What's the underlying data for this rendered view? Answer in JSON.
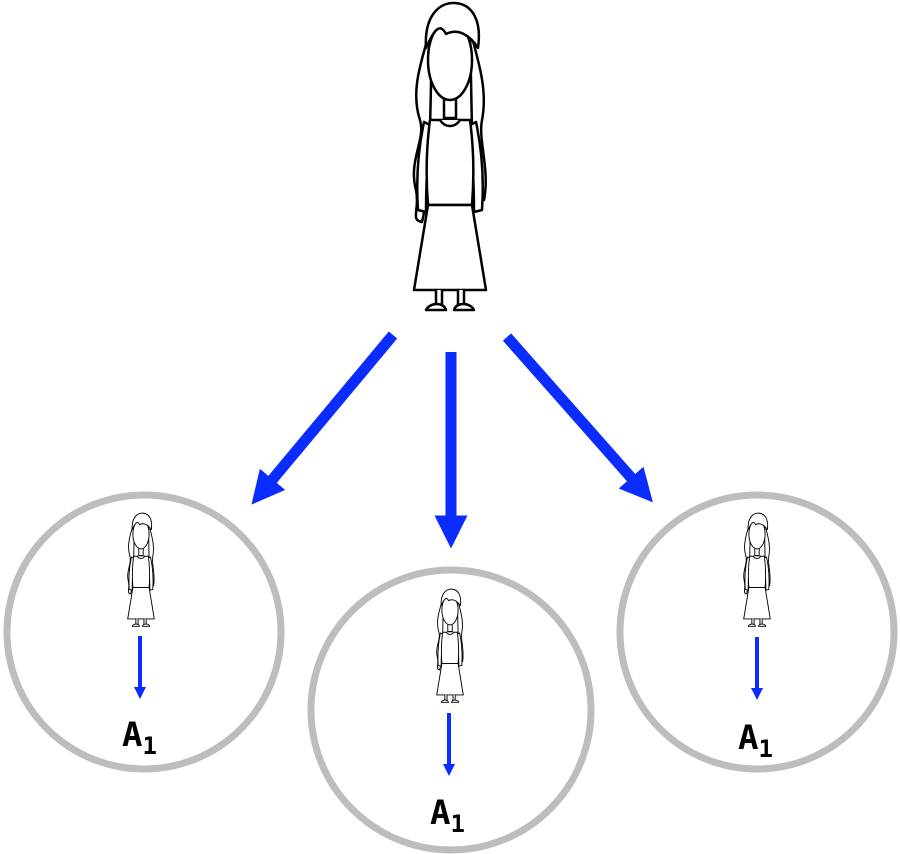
{
  "colors": {
    "arrow": "#0a2cff",
    "circle": "#bdbdbd",
    "figure": "#000000"
  },
  "source": {
    "icon": "woman-figure-icon"
  },
  "copies": [
    {
      "label": "A",
      "subscript": "1"
    },
    {
      "label": "A",
      "subscript": "1"
    },
    {
      "label": "A",
      "subscript": "1"
    }
  ]
}
